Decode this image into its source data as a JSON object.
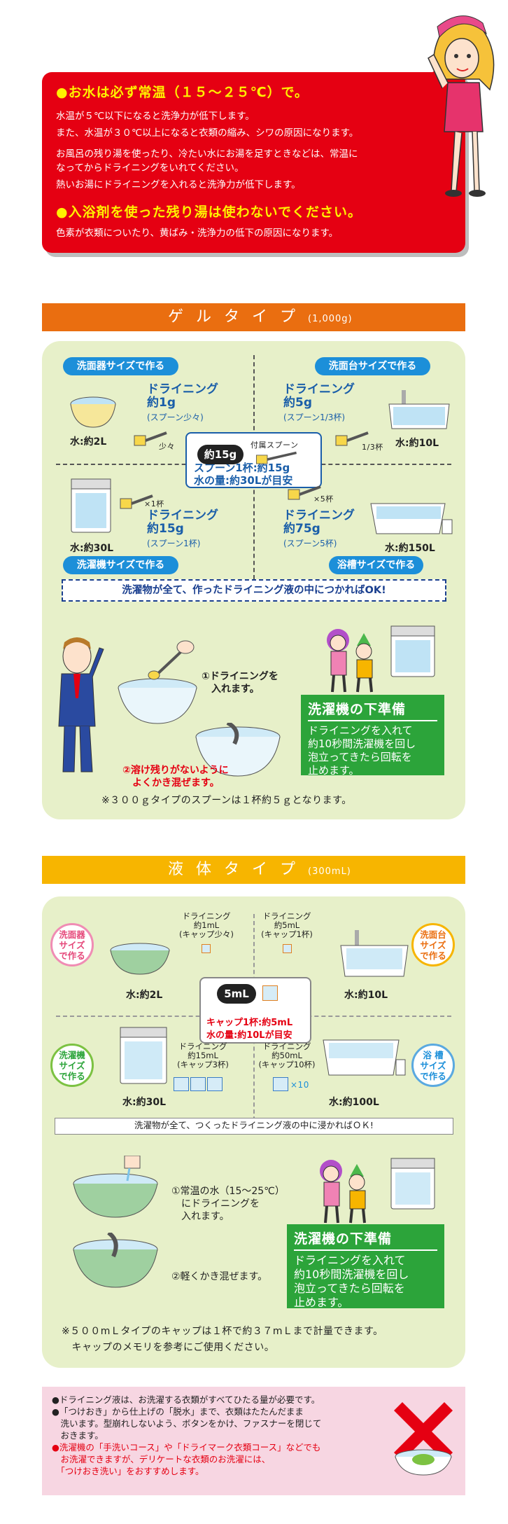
{
  "warning": {
    "h1": "●お水は必ず常温（１５～２５℃）で。",
    "p1": "水温が５℃以下になると洗浄力が低下します。",
    "p2": "また、水温が３０℃以上になると衣類の縮み、シワの原因になります。",
    "p3": "お風呂の残り湯を使ったり、冷たい水にお湯を足すときなどは、常温に",
    "p4": "なってからドライニングをいれてください。",
    "p5": "熱いお湯にドライニングを入れると洗浄力が低下します。",
    "h2": "●入浴剤を使った残り湯は使わないでください。",
    "p6": "色素が衣類についたり、黄ばみ・洗浄力の低下の原因になります。"
  },
  "gel": {
    "title": "ゲルタイプ",
    "title_sub": "(1,000g)",
    "pill_sink": "洗面器サイズで作る",
    "pill_basin": "洗面台サイズで作る",
    "pill_washer": "洗濯機サイズで作る",
    "pill_bath": "浴槽サイズで作る",
    "sink_amt": "ドライニング\n約1g",
    "sink_sub": "(スプーン少々)",
    "sink_vol": "水:約2L",
    "sink_tag": "少々",
    "basin_amt": "ドライニング\n約5g",
    "basin_sub": "(スプーン1/3杯)",
    "basin_vol": "水:約10L",
    "basin_tag": "1/3杯",
    "washer_amt": "ドライニング\n約15g",
    "washer_sub": "(スプーン1杯)",
    "washer_vol": "水:約30L",
    "washer_tag": "×1杯",
    "bath_amt": "ドライニング\n約75g",
    "bath_sub": "(スプーン5杯)",
    "bath_vol": "水:約150L",
    "bath_tag": "×5杯",
    "center_badge": "約15g",
    "center_spoon": "付属スプーン",
    "center_l1": "スプーン1杯:約15g",
    "center_l2": "水の量:約30Lが目安",
    "dashed_note": "洗濯物が全て、作ったドライニング液の中につかればOK!",
    "step1": "①ドライニングを\n　入れます。",
    "step2": "②溶け残りがないように\n　よくかき混ぜます。",
    "green_title": "洗濯機の下準備",
    "green_body": "ドライニングを入れて\n約10秒間洗濯機を回し\n泡立ってきたら回転を\n止めます。",
    "note": "※３００ｇタイプのスプーンは１杯約５ｇとなります。"
  },
  "liquid": {
    "title": "液体タイプ",
    "title_sub": "(300mL)",
    "c_sink": "洗面器\nサイズ\nで作る",
    "c_basin": "洗面台\nサイズ\nで作る",
    "c_washer": "洗濯機\nサイズ\nで作る",
    "c_bath": "浴 槽\nサイズ\nで作る",
    "sink_amt": "ドライニング\n約1mL\n(キャップ少々)",
    "sink_vol": "水:約2L",
    "basin_amt": "ドライニング\n約5mL\n(キャップ1杯)",
    "basin_vol": "水:約10L",
    "washer_amt": "ドライニング\n約15mL\n(キャップ3杯)",
    "washer_vol": "水:約30L",
    "bath_amt": "ドライニング\n約50mL\n(キャップ10杯)",
    "bath_vol": "水:約100L",
    "bath_tag": "×10",
    "center_badge": "5mL",
    "center_l1": "キャップ1杯:約5mL",
    "center_l2": "水の量:約10Lが目安",
    "thin_note": "洗濯物が全て、つくったドライニング液の中に浸かればＯＫ!",
    "step1": "①常温の水（15～25℃）\n　にドライニングを\n　入れます。",
    "step2": "②軽くかき混ぜます。",
    "green_title": "洗濯機の下準備",
    "green_body": "ドライニングを入れて\n約10秒間洗濯機を回し\n泡立ってきたら回転を\n止めます。",
    "note1": "※５００mＬタイプのキャップは１杯で約３７mＬまで計量できます。",
    "note2": "　キャップのメモリを参考にご使用ください。"
  },
  "caution": {
    "l1": "●ドライニング液は、お洗濯する衣類がすべてひたる量が必要です。",
    "l2": "●「つけおき」から仕上げの「脱水」まで、衣類はたたんだまま",
    "l3": "　洗います。型崩れしないよう、ボタンをかけ、ファスナーを閉じて",
    "l4": "　おきます。",
    "l5": "●洗濯機の「手洗いコース」や「ドライマーク衣類コース」などでも",
    "l6": "　お洗濯できますが、デリケートな衣類のお洗濯には、",
    "l7": "　「つけおき洗い」をおすすめします。"
  },
  "colors": {
    "red": "#e50012",
    "orange": "#ea6e10",
    "yellow": "#f7b500",
    "blue": "#1a5ea9",
    "green": "#2ca43a",
    "panel": "#e7f0c9",
    "pink": "#f7d6e2"
  }
}
